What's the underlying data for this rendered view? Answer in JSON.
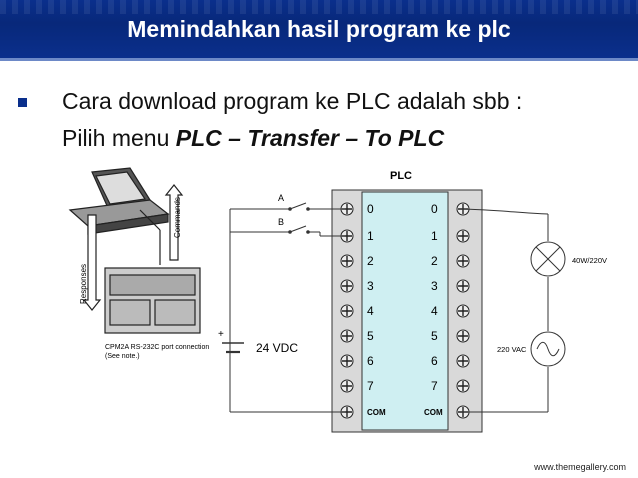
{
  "slide": {
    "title": "Memindahkan hasil program ke plc",
    "bullet_text": "Cara download program ke PLC adalah sbb :",
    "line2_prefix": "Pilih menu ",
    "line2_menu": "PLC – Transfer – To PLC",
    "footer": "www.themegallery.com"
  },
  "diagram": {
    "plc_label": "PLC",
    "switch_a": "A",
    "switch_b": "B",
    "plus": "+",
    "dc_source": "24 VDC",
    "lamp_label": "40W/220V",
    "ac_source": "220 VAC",
    "terminals_left": [
      "0",
      "1",
      "2",
      "3",
      "4",
      "5",
      "6",
      "7",
      "COM"
    ],
    "terminals_right": [
      "0",
      "1",
      "2",
      "3",
      "4",
      "5",
      "6",
      "7",
      "COM"
    ],
    "computer_labels": {
      "commands": "Commands",
      "responses": "Responses",
      "port_note": "CPM2A RS-232C port connection",
      "see_note": "(See note.)"
    }
  }
}
